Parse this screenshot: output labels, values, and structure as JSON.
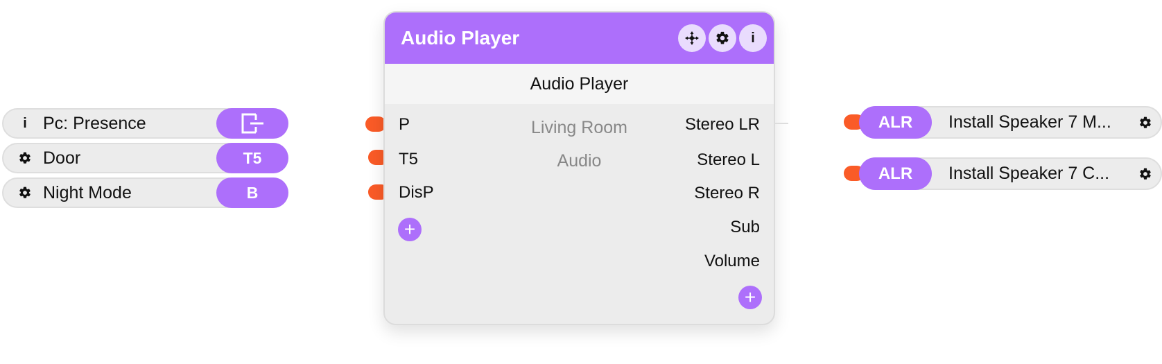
{
  "inputs": [
    {
      "icon": "info-icon",
      "icon_text": "i",
      "label": "Pc: Presence",
      "badge_icon": "exit-icon",
      "badge": ""
    },
    {
      "icon": "gear-icon",
      "icon_text": "",
      "label": "Door",
      "badge_icon": "",
      "badge": "T5"
    },
    {
      "icon": "gear-icon",
      "icon_text": "",
      "label": "Night Mode",
      "badge_icon": "",
      "badge": "B"
    }
  ],
  "node": {
    "title": "Audio Player",
    "header_buttons": [
      {
        "icon": "move-icon"
      },
      {
        "icon": "gear-icon"
      },
      {
        "icon": "info-icon",
        "text": "i"
      }
    ],
    "subtitle": "Audio Player",
    "inputs": [
      "P",
      "T5",
      "DisP"
    ],
    "outputs": [
      "Stereo LR",
      "Stereo L",
      "Stereo R",
      "Sub",
      "Volume"
    ],
    "center_labels": [
      "Living Room",
      "Audio"
    ],
    "add_symbol": "+"
  },
  "outputs": [
    {
      "badge": "ALR",
      "label": "Install Speaker 7 M...",
      "icon": "gear-icon"
    },
    {
      "badge": "ALR",
      "label": "Install Speaker 7 C...",
      "icon": "gear-icon"
    }
  ],
  "colors": {
    "accent": "#ad6ffb",
    "connector": "#fa5b27",
    "pill_bg": "#ececec"
  }
}
